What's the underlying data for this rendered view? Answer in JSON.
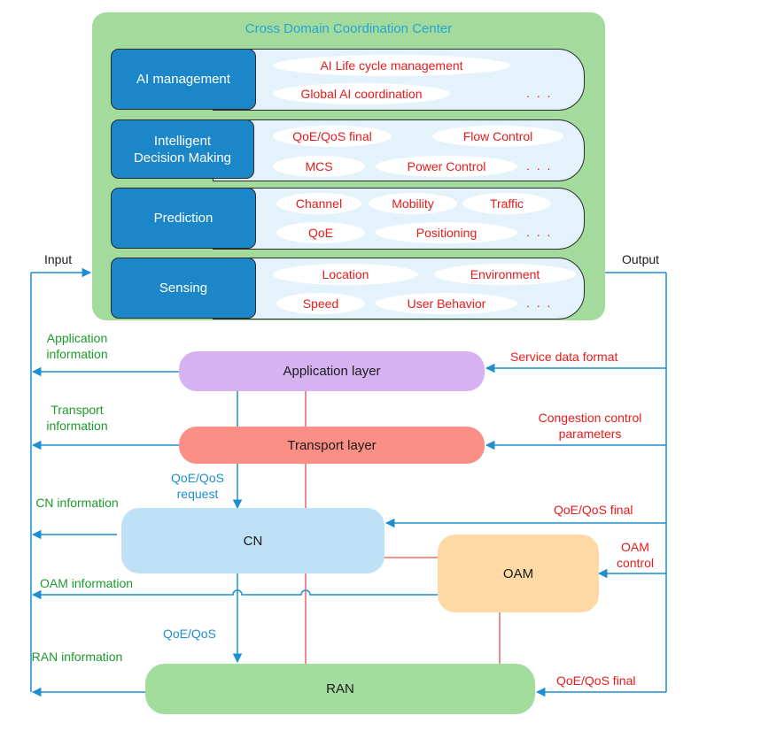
{
  "title": "Cross Domain Coordination Center",
  "rows": [
    {
      "label": "AI management",
      "items": [
        "AI Life cycle management",
        "Global AI coordination"
      ],
      "dots": ". . ."
    },
    {
      "label": "Intelligent Decision Making",
      "items": [
        "QoE/QoS final",
        "Flow Control",
        "MCS",
        "Power Control"
      ],
      "dots": ". . ."
    },
    {
      "label": "Prediction",
      "items": [
        "Channel",
        "Mobility",
        "Traffic",
        "QoE",
        "Positioning"
      ],
      "dots": ". . ."
    },
    {
      "label": "Sensing",
      "items": [
        "Location",
        "Environment",
        "Speed",
        "User Behavior"
      ],
      "dots": ". . ."
    }
  ],
  "io": {
    "input": "Input",
    "output": "Output"
  },
  "layers": {
    "application": "Application layer",
    "transport": "Transport layer",
    "cn": "CN",
    "oam": "OAM",
    "ran": "RAN"
  },
  "left_labels": {
    "application_info": "Application information",
    "transport_info": "Transport information",
    "cn_info": "CN information",
    "oam_info": "OAM information",
    "ran_info": "RAN information"
  },
  "right_labels": {
    "service_data_format": "Service data format",
    "congestion_control": "Congestion control parameters",
    "qoe_qos_final_cn": "QoE/QoS final",
    "oam_control": "OAM control",
    "qoe_qos_final_ran": "QoE/QoS final"
  },
  "mid_labels": {
    "qoe_qos_request": "QoE/QoS request",
    "qoe_qos": "QoE/QoS"
  },
  "colors": {
    "center_bg": "#a3db9d",
    "row_label": "#1b86c8",
    "arrow": "#1d8ed0",
    "red_line": "#e8706f",
    "text_red": "#e81b1b",
    "text_green": "#1d9a2c",
    "text_blue": "#1d8ed0"
  }
}
